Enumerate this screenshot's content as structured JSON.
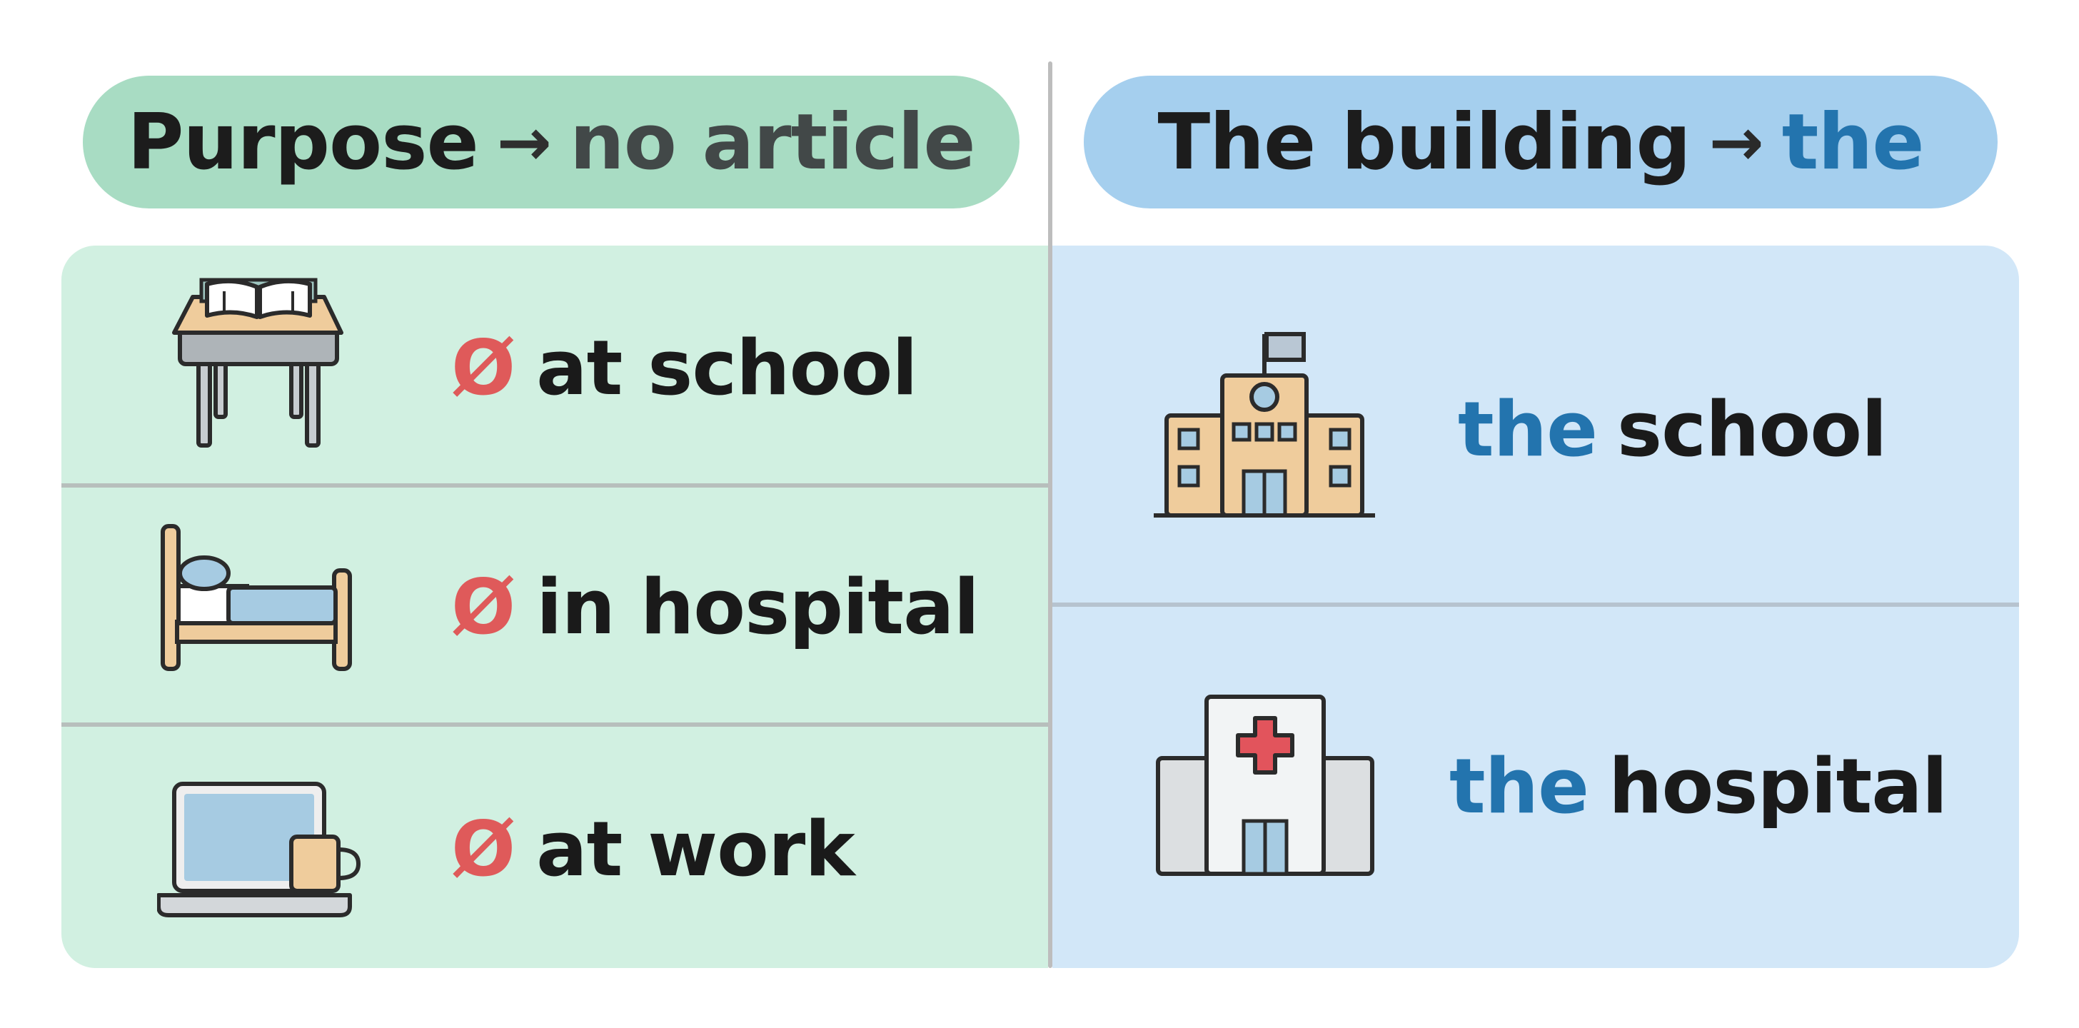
{
  "header": {
    "left": {
      "part1": "Purpose",
      "arrow": "→",
      "part2": "no article"
    },
    "right": {
      "part1": "The building",
      "arrow": "→",
      "part2": "the"
    }
  },
  "left_rows": [
    {
      "icon": "school-desk-icon",
      "marker": "Ø",
      "phrase": "at school"
    },
    {
      "icon": "hospital-bed-icon",
      "marker": "Ø",
      "phrase": "in hospital"
    },
    {
      "icon": "laptop-coffee-icon",
      "marker": "Ø",
      "phrase": "at work"
    }
  ],
  "right_rows": [
    {
      "icon": "school-building-icon",
      "article": "the",
      "noun": "school"
    },
    {
      "icon": "hospital-building-icon",
      "article": "the",
      "noun": "hospital"
    }
  ],
  "colors": {
    "green_pill": "#a8dcc3",
    "green_panel": "#d1f0e1",
    "blue_pill": "#a5cfee",
    "blue_panel": "#d2e7f8",
    "article_blue": "#2374ae",
    "zero_red": "#df5a5a"
  }
}
